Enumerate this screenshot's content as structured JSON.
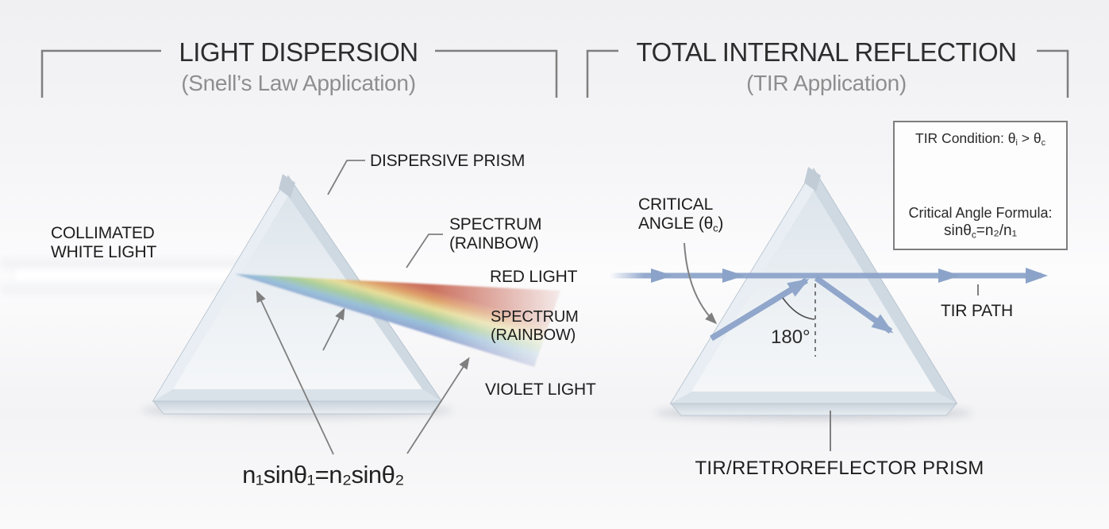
{
  "colors": {
    "beam_blue": "#8ca3c9",
    "line_gray": "#7f7f7f",
    "label_dark": "#1d1d1d",
    "title_dark": "#2d2d2d",
    "subtitle_gray": "#8e8e8e",
    "glass_light": "#e9eef2",
    "glass_mid": "#cfd9e2",
    "glass_edge": "#aebbc8",
    "spectrum_red": "#c96a58",
    "spectrum_orange": "#dd9a62",
    "spectrum_yellow": "#e6dd95",
    "spectrum_green": "#a8cc97",
    "spectrum_cyan": "#95bdd8",
    "spectrum_blue": "#8fa3cf",
    "spectrum_violet": "#9a8cbe"
  },
  "left": {
    "title": "LIGHT DISPERSION",
    "subtitle": "(Snell’s Law Application)",
    "collimated_line1": "COLLIMATED",
    "collimated_line2": "WHITE LIGHT",
    "dispersive_prism": "DISPERSIVE PRISM",
    "spectrum_line1": "SPECTRUM",
    "spectrum_line2": "(RAINBOW)",
    "red_light": "RED LIGHT",
    "violet_light": "VIOLET LIGHT",
    "formula": "n₁sinθ₁=n₂sinθ₂"
  },
  "right": {
    "title": "TOTAL INTERNAL REFLECTION",
    "subtitle": "(TIR Application)",
    "critical_line1": "CRITICAL",
    "critical_line2_pre": "ANGLE (θ",
    "critical_sub": "c",
    "critical_close": ")",
    "angle_value": "180°",
    "tir_path": "TIR PATH",
    "caption": "TIR/RETROREFLECTOR PRISM",
    "box": {
      "cond_pre": "TIR Condition: θ",
      "cond_sub_i": "i",
      "cond_mid": " > θ",
      "cond_sub_c": "c",
      "formula_title": "Critical Angle Formula:",
      "f_pre": "sinθ",
      "f_sub": "c",
      "f_post": "=n₂/n₁"
    }
  }
}
